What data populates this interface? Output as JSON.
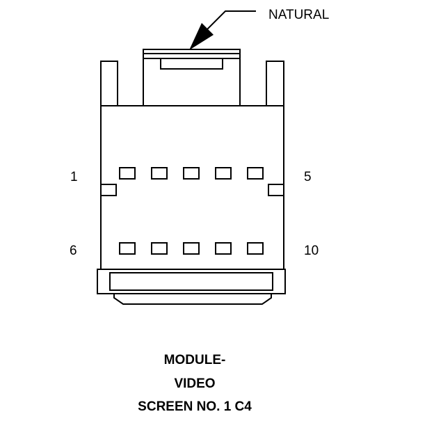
{
  "callout": {
    "label": "NATURAL"
  },
  "connector": {
    "pins_top": {
      "first": "1",
      "last": "5"
    },
    "pins_bottom": {
      "first": "6",
      "last": "10"
    },
    "top_row_cavities": 5,
    "bottom_row_cavities": 5
  },
  "caption": {
    "line1": "MODULE-",
    "line2": "VIDEO",
    "line3": "SCREEN NO. 1 C4"
  }
}
